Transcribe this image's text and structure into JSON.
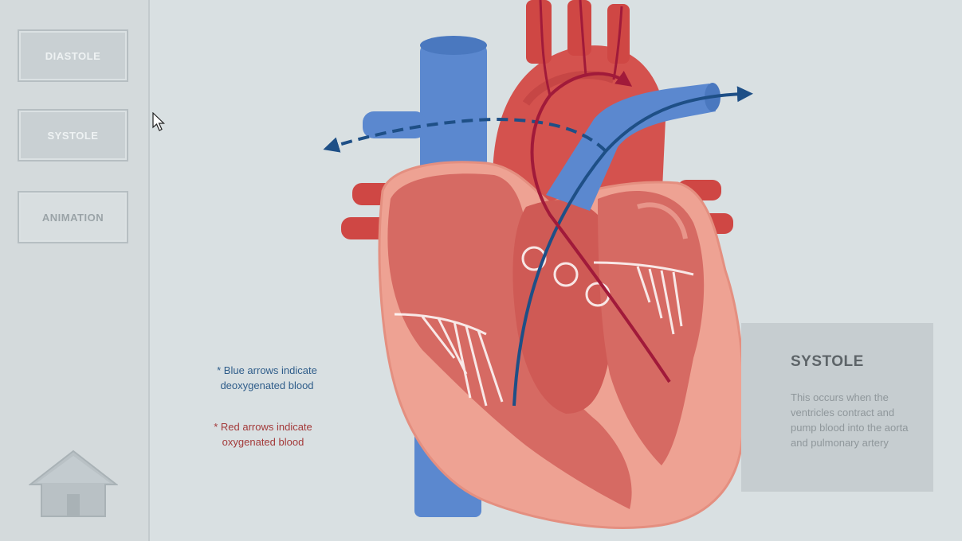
{
  "nav": {
    "diastole_label": "DIASTOLE",
    "systole_label": "SYSTOLE",
    "animation_label": "ANIMATION"
  },
  "legend": {
    "blue_text": "* Blue arrows indicate deoxygenated blood",
    "red_text": "* Red arrows indicate oxygenated blood"
  },
  "info": {
    "title": "SYSTOLE",
    "description": "This occurs when the ventricles contract and pump blood into the aorta and pulmonary artery"
  },
  "colors": {
    "background": "#d9e0e2",
    "deoxygenated_arrow": "#1e4f86",
    "oxygenated_arrow": "#a11a3a",
    "vein_blue": "#5b88cf",
    "heart_red": "#d4524e"
  },
  "icons": {
    "home": "home-icon",
    "cursor": "mouse-pointer-icon"
  }
}
